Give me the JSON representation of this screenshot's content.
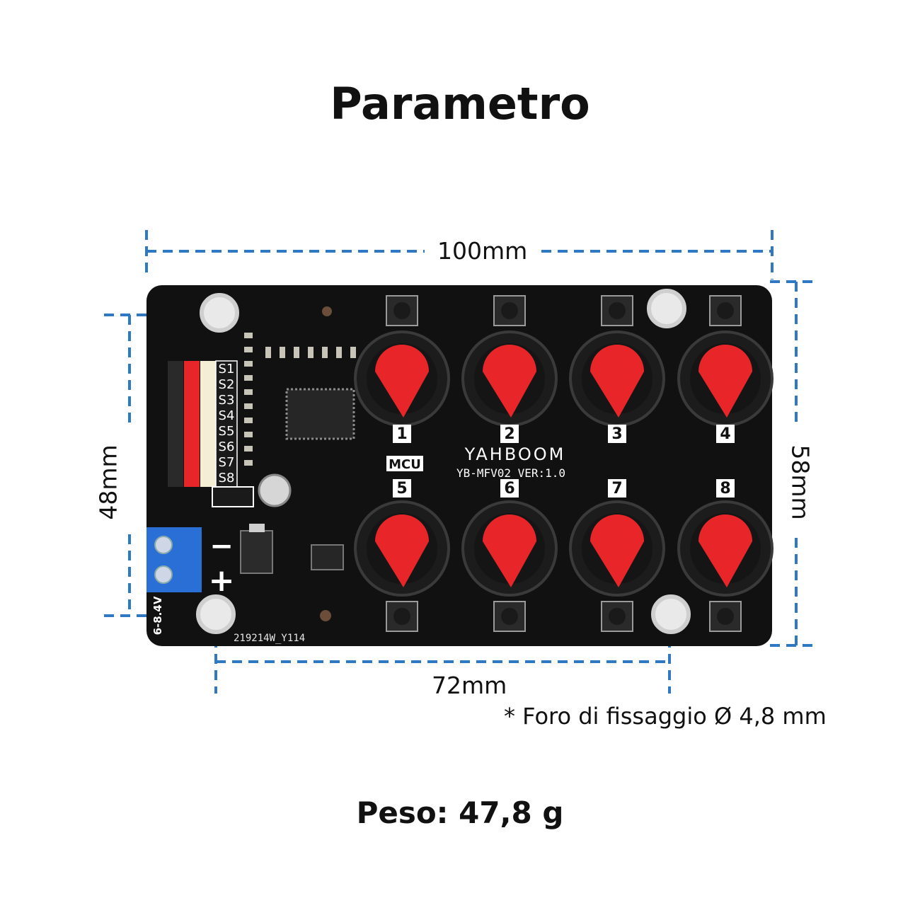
{
  "title": "Parametro",
  "dimensions": {
    "width_top": "100mm",
    "height_left": "48mm",
    "height_right": "58mm",
    "hole_spacing": "72mm"
  },
  "mounting_note": "* Foro di fissaggio Ø 4,8 mm",
  "weight": "Peso: 47,8 g",
  "board": {
    "brand": "YAHBOOM",
    "model": "YB-MFV02  VER:1.0",
    "serial": "219214W_Y114",
    "mcu_label": "MCU",
    "power_label": "6-8.4V",
    "minus_label": "−",
    "plus_label": "+",
    "servo_labels": [
      "S1",
      "S2",
      "S3",
      "S4",
      "S5",
      "S6",
      "S7",
      "S8"
    ],
    "knob_numbers": [
      "1",
      "2",
      "3",
      "4",
      "5",
      "6",
      "7",
      "8"
    ]
  },
  "colors": {
    "dimension_line": "#2f78c4",
    "pcb": "#111111",
    "knob_cap": "#e8262a",
    "terminal_block": "#2a6fd6"
  }
}
